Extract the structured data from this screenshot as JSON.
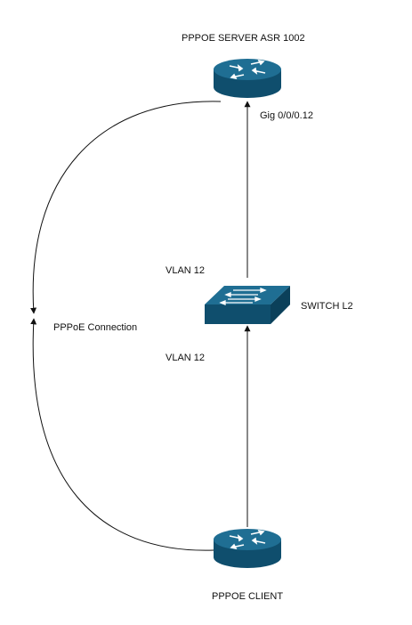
{
  "diagram": {
    "nodes": {
      "server": {
        "label": "PPPOE SERVER ASR 1002",
        "device": "router-icon"
      },
      "switch": {
        "label": "SWITCH L2",
        "device": "switch-icon"
      },
      "client": {
        "label": "PPPOE CLIENT",
        "device": "router-icon"
      }
    },
    "links": {
      "server_interface": "Gig 0/0/0.12",
      "upper_vlan": "VLAN 12",
      "lower_vlan": "VLAN 12",
      "session": "PPPoE Connection"
    },
    "colors": {
      "device_top": "#1f6e93",
      "device_side": "#0f4e6d",
      "device_mark": "#ffffff",
      "line": "#111111",
      "text": "#111111"
    }
  }
}
